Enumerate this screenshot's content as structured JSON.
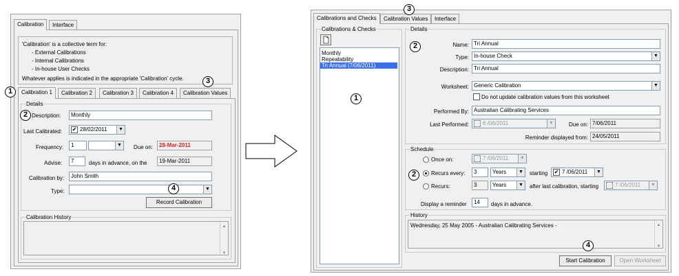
{
  "left": {
    "top_tabs": [
      "Calibration",
      "Interface"
    ],
    "info_lines": [
      "'Calibration' is a collective term for:",
      "- External Calibrations",
      "- Internal Calibrations",
      "- In-house User Checks"
    ],
    "info_footer": "Whatever applies is indicated in the appropriate 'Calibration' cycle.",
    "sub_tabs": [
      "Calibration 1",
      "Calibration 2",
      "Calibration 3",
      "Calibration 4",
      "Calibration Values"
    ],
    "details_legend": "Details",
    "description_label": "Description:",
    "description_value": "Monthly",
    "last_calibrated_label": "Last Calibrated:",
    "last_calibrated_check": "✔",
    "last_calibrated_value": "28/02/2011",
    "frequency_label": "Frequency:",
    "frequency_value": "1",
    "frequency_unit": "",
    "due_on_label": "Due on:",
    "due_on_value": "28-Mar-2011",
    "advise_label": "Advise:",
    "advise_value": "7",
    "advise_text": "days in advance, on the",
    "advise_date": "19-Mar-2011",
    "calibration_by_label": "Calibration by:",
    "calibration_by_value": "John Smith",
    "type_label": "Type:",
    "type_value": "",
    "record_button": "Record Calibration",
    "history_legend": "Calibration History"
  },
  "right": {
    "top_tabs": [
      "Calibrations and Checks",
      "Calibration Values",
      "Interface"
    ],
    "list_legend": "Calibrations & Checks",
    "list_items": [
      "Monthly",
      "Repeatability",
      "Tri Annual (7/06/2011)"
    ],
    "details_legend": "Details",
    "name_label": "Name:",
    "name_value": "Tri Annual",
    "type_label": "Type:",
    "type_value": "In-house Check",
    "description_label": "Description:",
    "description_value": "Tri Annual",
    "worksheet_label": "Worksheet:",
    "worksheet_value": "Generic Calibration",
    "no_update_label": "Do not update calibration values from this worksheet",
    "performed_by_label": "Performed By:",
    "performed_by_value": "Australian Calibrating Services",
    "last_performed_label": "Last Performed:",
    "last_performed_value": "6 /06/2011",
    "due_on_label": "Due on:",
    "due_on_value": "7/06/2011",
    "reminder_label": "Reminder displayed from:",
    "reminder_value": "24/05/2011",
    "schedule_legend": "Schedule",
    "once_on_label": "Once on:",
    "once_on_value": "7 /06/2011",
    "recurs_every_label": "Recurs every:",
    "recurs_every_value": "3",
    "recurs_every_unit": "Years",
    "starting_label": "starting",
    "starting_value": "7 /06/2011",
    "recurs_label": "Recurs:",
    "recurs_value": "3",
    "recurs_unit": "Years",
    "after_last_label": "after last calibration, starting",
    "after_last_value": "7 /06/2011",
    "display_reminder_label": "Display a reminder",
    "display_reminder_value": "14",
    "days_in_advance": "days in advance.",
    "history_legend": "History",
    "history_text": "Wednesday, 25 May 2005 - Australian Calibrating Services -",
    "start_button": "Start Calibration",
    "open_button": "Open Worksheet"
  },
  "callouts": [
    "1",
    "2",
    "3",
    "4"
  ],
  "colors": {
    "due_on_red": "#e02020",
    "selection_blue": "#3a6ff0"
  }
}
